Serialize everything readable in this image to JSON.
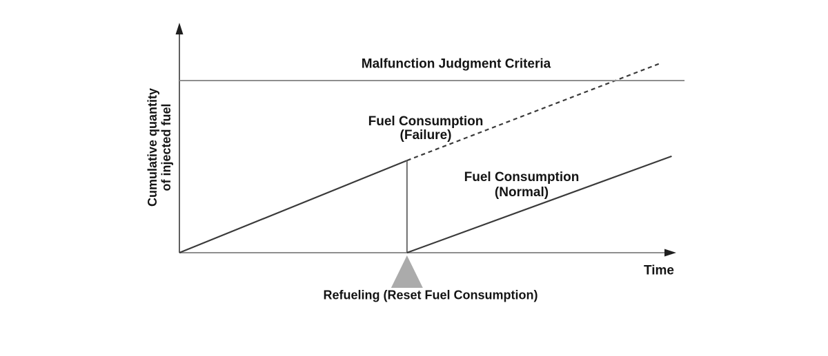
{
  "figure": {
    "background": "#ffffff"
  },
  "colors": {
    "data_line": "#3a3a3a",
    "reset_line": "#6b6b6b",
    "axis_line": "#8e8e8e",
    "y_axis_line": "#5f5f5f",
    "criteria_line": "#8e8e8e",
    "arrowhead": "#1f1f1f",
    "triangle": "#ababab",
    "text": "#141414"
  },
  "labels": {
    "criteria": "Malfunction Judgment Criteria",
    "failure": {
      "line1": "Fuel Consumption",
      "line2": "(Failure)"
    },
    "normal": {
      "line1": "Fuel Consumption",
      "line2": "(Normal)"
    },
    "refueling": "Refueling (Reset Fuel Consumption)",
    "time": "Time",
    "y_axis": {
      "line1": "Cumulative quantity",
      "line2": "of injected fuel"
    }
  },
  "chart_data": {
    "type": "line",
    "title": "",
    "xlabel": "Time",
    "ylabel": "Cumulative quantity of injected fuel",
    "xlim": [
      0,
      10.5
    ],
    "ylim": [
      0,
      10
    ],
    "grid": false,
    "ticks": "none - qualitative schematic without numeric scale",
    "legend_position": "inline annotations",
    "series": [
      {
        "name": "Cumulative injected fuel (before refueling)",
        "style": "solid",
        "color_key": "data_line",
        "width": 2.2,
        "points": [
          [
            0,
            0
          ],
          [
            4.6,
            4.07
          ]
        ]
      },
      {
        "name": "Refueling reset (drop to zero)",
        "style": "solid",
        "color_key": "reset_line",
        "width": 2,
        "points": [
          [
            4.6,
            4.07
          ],
          [
            4.6,
            0
          ]
        ]
      },
      {
        "name": "Fuel Consumption (Failure)",
        "style": "dashed",
        "color_key": "data_line",
        "width": 2.2,
        "points": [
          [
            4.6,
            4.07
          ],
          [
            9.72,
            8.36
          ]
        ]
      },
      {
        "name": "Fuel Consumption (Normal)",
        "style": "solid",
        "color_key": "data_line",
        "width": 2.2,
        "points": [
          [
            4.6,
            0
          ],
          [
            9.95,
            4.26
          ]
        ]
      },
      {
        "name": "Malfunction Judgment Criteria (threshold)",
        "style": "solid",
        "color_key": "criteria_line",
        "width": 2,
        "points": [
          [
            0,
            7.6
          ],
          [
            10.21,
            7.6
          ]
        ]
      }
    ],
    "annotations": [
      {
        "text": "Refueling (Reset Fuel Consumption)",
        "marker": "triangle-up",
        "marker_color": "#ababab",
        "x": 4.6,
        "y": 0
      }
    ]
  }
}
